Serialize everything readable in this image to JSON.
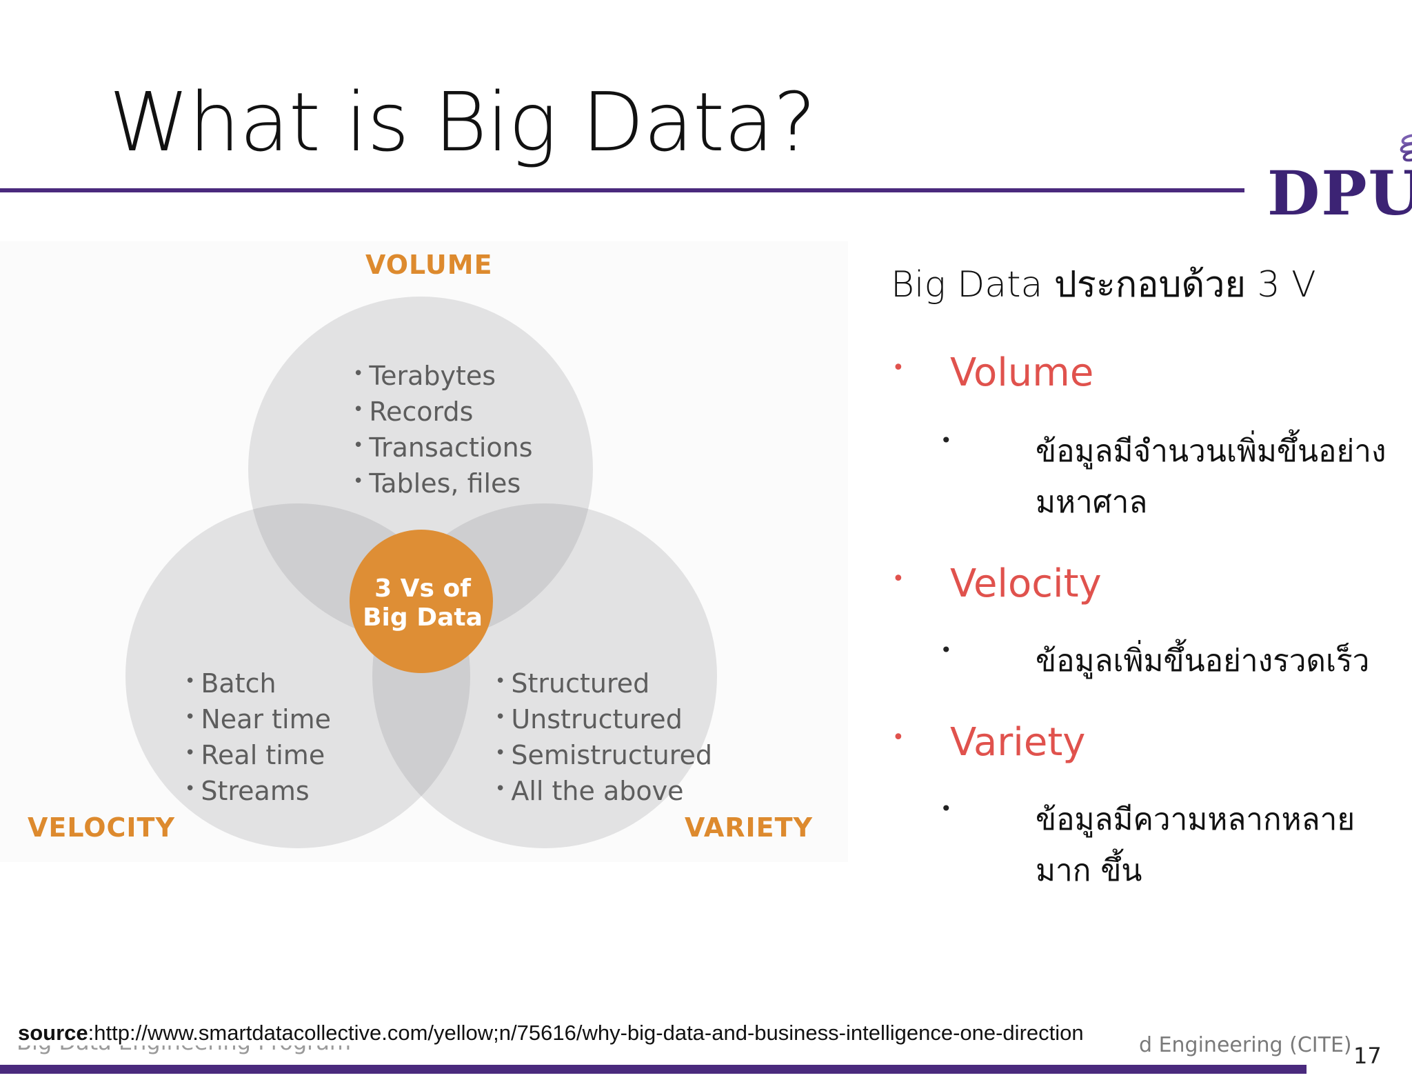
{
  "slide": {
    "title": "What is Big Data?",
    "page_number": "17"
  },
  "logo": {
    "text": "DPU"
  },
  "diagram": {
    "center": [
      "3 Vs of",
      "Big Data"
    ],
    "volume": {
      "label": "VOLUME",
      "items": [
        "Terabytes",
        "Records",
        "Transactions",
        "Tables, files"
      ]
    },
    "velocity": {
      "label": "VELOCITY",
      "items": [
        "Batch",
        "Near time",
        "Real time",
        "Streams"
      ]
    },
    "variety": {
      "label": "VARIETY",
      "items": [
        "Structured",
        "Unstructured",
        "Semistructured",
        "All the above"
      ]
    }
  },
  "panel": {
    "heading": "Big Data ประกอบด้วย 3 V",
    "items": [
      {
        "name": "Volume",
        "desc": "ข้อมูลมีจำนวนเพิ่มขึ้นอย่าง มหาศาล"
      },
      {
        "name": "Velocity",
        "desc": "ข้อมูลเพิ่มขึ้นอย่างรวดเร็ว"
      },
      {
        "name": "Variety",
        "desc": "ข้อมูลมีความหลากหลายมาก ขึ้น"
      }
    ]
  },
  "footer": {
    "source_label": "source",
    "source_url": ":http://www.smartdatacollective.com/yellow;n/75616/why-big-data-and-business-intelligence-one-direction",
    "left_text": "Big Data Engineering Program",
    "right_text": "d Engineering (CITE)"
  },
  "colors": {
    "accent_purple": "#4a2a7d",
    "orange": "#dd8a2e",
    "red": "#e0524d",
    "circle_gray": "#e4e4e5"
  }
}
